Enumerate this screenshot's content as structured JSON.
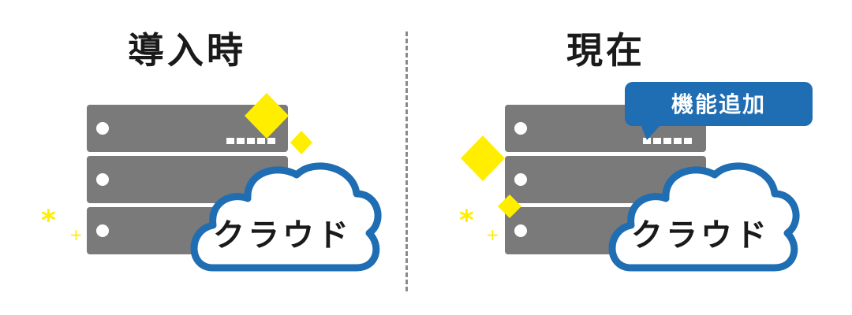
{
  "left_panel": {
    "title": "導入時",
    "cloud_label": "クラウド"
  },
  "right_panel": {
    "title": "現在",
    "cloud_label": "クラウド",
    "bubble_label": "機能追加"
  },
  "colors": {
    "server": "#7a7a7a",
    "cloud_outline": "#1f6db3",
    "bubble": "#1f6db3",
    "sparkle": "#ffee00",
    "divider": "#8a8a8a"
  }
}
